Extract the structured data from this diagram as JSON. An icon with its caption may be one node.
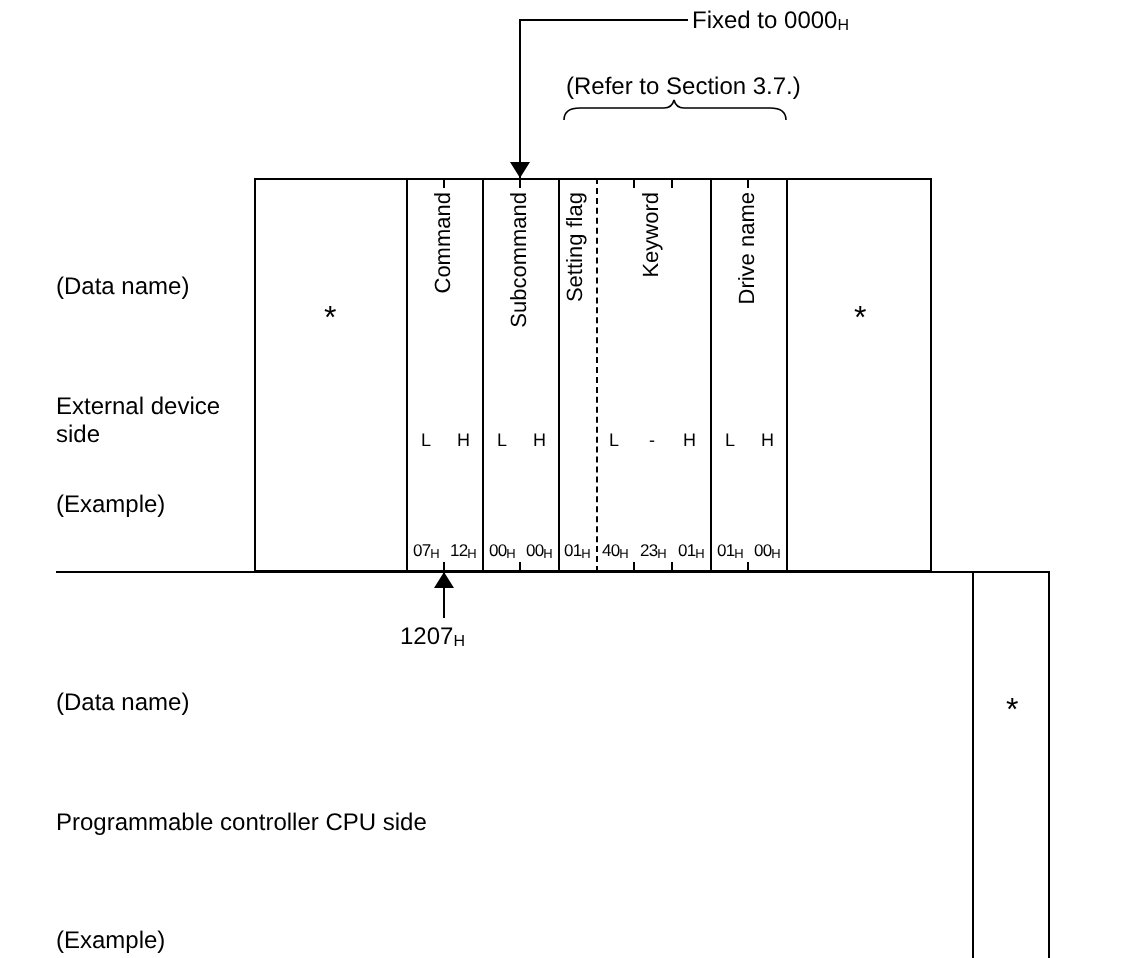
{
  "diagram": {
    "nodes": [
      {
        "text": [
          "*"
        ]
      },
      {
        "text": [
          "Command",
          "L",
          "H",
          "07$_{H}$",
          "12$_{H}$"
        ]
      },
      {
        "text": [
          "Subcommand",
          "L",
          "H",
          "00$_{H}$",
          "00$_{H}$"
        ]
      },
      {
        "text": [
          "Setting flag",
          "01$_{H}$"
        ]
      },
      {
        "text": [
          "Keyword",
          "L",
          "-",
          "H",
          "40$_{H}$",
          "23$_{H}$",
          "01$_{H}$"
        ]
      },
      {
        "text": [
          "Drive name",
          "L",
          "H",
          "01$_{H}$",
          "00$_{H}$"
        ]
      },
      {
        "text": [
          "*"
        ]
      },
      {
        "text": [
          "*"
        ]
      },
      {
        "text": [
          "Fixed to 0000$_{H}$"
        ]
      },
      {
        "text": [
          "1207$_{H}$"
        ]
      }
    ],
    "edges": [
      {
        "from": 8,
        "to": 2,
        "arrow": "to"
      },
      {
        "from": 9,
        "to": 1,
        "arrow": "to"
      }
    ],
    "labels": [
      "(Refer to Section 3.7.)",
      "(Data name)",
      "External device side",
      "(Example)",
      "(Data name)",
      "Programmable controller CPU side",
      "(Example)"
    ]
  }
}
